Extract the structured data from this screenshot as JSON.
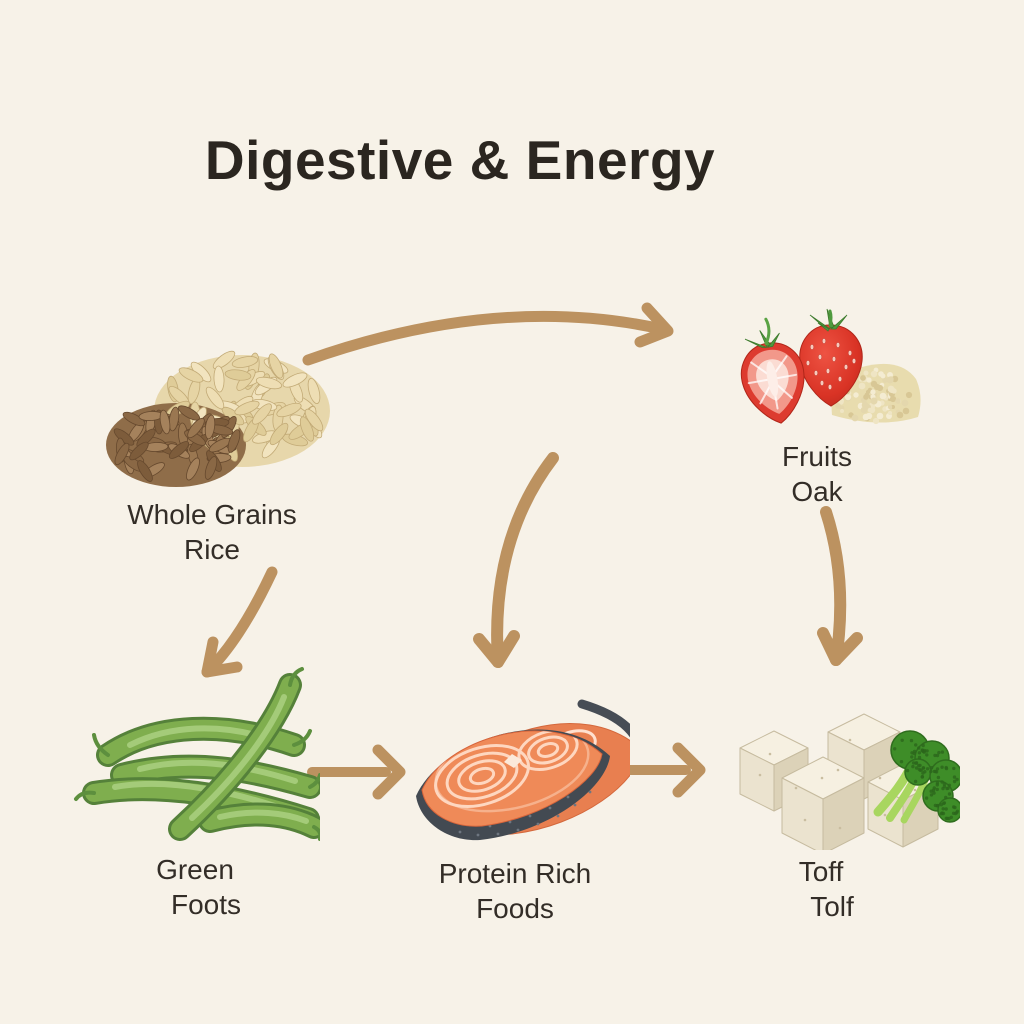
{
  "title": "Digestive & Energy",
  "colors": {
    "bg": "#f7f2e8",
    "arrow": "#bc9260",
    "title": "#2b2620",
    "label": "#332d27"
  },
  "nodes": [
    {
      "id": "whole-grains",
      "icon": "grains-pile-illustration",
      "label_line1": "Whole Grains",
      "label_line2": "Rice"
    },
    {
      "id": "fruits",
      "icon": "strawberries-oats-illustration",
      "label_line1": "Fruits",
      "label_line2": "Oak"
    },
    {
      "id": "green-foods",
      "icon": "green-beans-illustration",
      "label_line1": "Green",
      "label_line2": "Foots"
    },
    {
      "id": "protein-rich-foods",
      "icon": "salmon-steak-illustration",
      "label_line1": "Protein Rich",
      "label_line2": "Foods"
    },
    {
      "id": "tofu",
      "icon": "tofu-broccoli-illustration",
      "label_line1": "Toff",
      "label_line2": "Tolf"
    }
  ],
  "arrows": [
    {
      "name": "grains-to-fruits"
    },
    {
      "name": "grains-to-green-foods"
    },
    {
      "name": "center-to-protein"
    },
    {
      "name": "fruits-to-tofu"
    },
    {
      "name": "green-foods-to-protein"
    },
    {
      "name": "protein-to-tofu"
    }
  ]
}
